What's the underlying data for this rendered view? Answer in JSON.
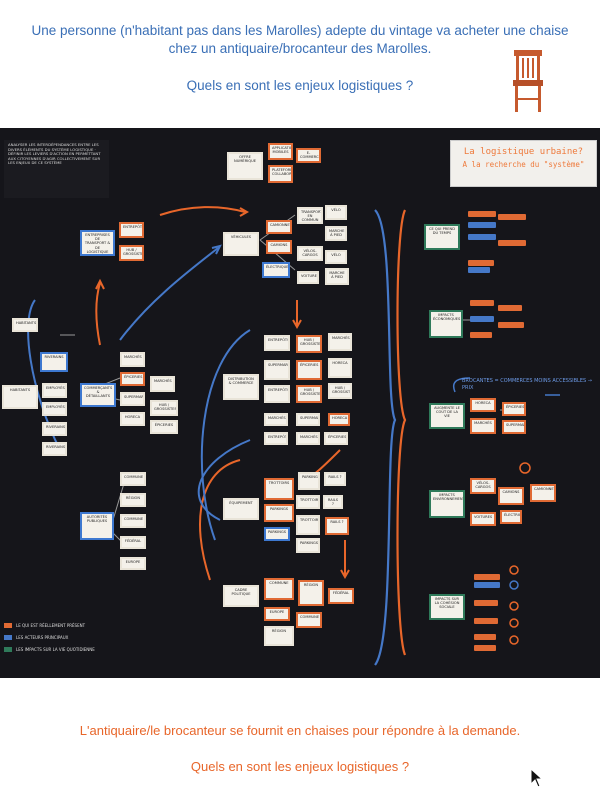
{
  "header": {
    "line1": "Une personne (n'habitant pas dans les Marolles) adepte du vintage va acheter une chaise",
    "line2": "chez un antiquaire/brocanteur des Marolles.",
    "question": "Quels en sont les enjeux logistiques ?"
  },
  "board": {
    "title": "La logistique urbaine?",
    "subtitle": "A la recherche du \"système\"",
    "intro": "ANALYSER LES INTERDÉPENDANCES ENTRE LES DIVERS ÉLÉMENTS DU SYSTÈME LOGISTIQUE · DÉFINIR LES LEVIERS D'ACTION EN PERMETTANT AUX CITOYENNES D'AGIR COLLECTIVEMENT SUR LES ENJEUX DE CE SYSTÈME",
    "annotation": "BROCANTES = COMMERCES MOINS ACCESSIBLES → PRIX",
    "legend": [
      {
        "label": "LE QUI EST RÉELLEMENT PRÉSENT",
        "color": "#e06a34"
      },
      {
        "label": "LES ACTEURS PRINCIPAUX",
        "color": "#4578c8"
      },
      {
        "label": "LES IMPACTS SUR LA VIE QUOTIDIENNE",
        "color": "#2f7a5a"
      }
    ],
    "cards": {
      "offre": "OFFRE NUMÉRIQUE",
      "applications": "APPLICATIONS MOBILES",
      "ecommerce": "E-COMMERCE",
      "plateformes": "PLATEFORMES COLLABORATIVES",
      "entreprises": "ENTREPRISES DE TRANSPORT & DE LOGISTIQUE",
      "vehicules": "VÉHICULES",
      "camionnettes": "CAMIONNETTES",
      "camions": "CAMIONS",
      "velos": "VÉLOS-CARGOS",
      "velo": "VÉLO",
      "voitures": "VOITURES",
      "electriques": "ÉLECTRIQUES",
      "transports": "TRANSPORTS EN COMMUN",
      "marche": "MARCHE À PIED",
      "distribution": "DISTRIBUTION & COMMERCE",
      "marches": "MARCHÉS",
      "supermarches": "SUPERMARCHÉS",
      "horeca": "HORECA",
      "epiceries": "ÉPICERIES",
      "entrepots": "ENTREPÔTS",
      "grossistes": "HUB / GROSSISTES",
      "equipement": "ÉQUIPEMENT",
      "trottoirs": "TROTTOIRS",
      "rails": "RAILS ?",
      "parkings": "PARKINGS",
      "cadre": "CADRE POLITIQUE",
      "autorites": "AUTORITÉS PUBLIQUES",
      "commune": "COMMUNE",
      "region": "RÉGION",
      "federal": "FÉDÉRAL",
      "europe": "EUROPE",
      "commercants": "COMMERÇANTS & DÉTAILLANTS",
      "riverains": "RIVERAINS",
      "habitants": "HABITANTS",
      "employes": "EMPLOYÉS",
      "temps": "CE QUI PREND DU TEMPS",
      "impacts_eco": "IMPACTS ÉCONOMIQUES",
      "cout": "AUGMENTE LE COÛT DE LA VIE",
      "impacts_env": "IMPACTS ENVIRONNEMENTAUX",
      "cohesion": "IMPACTS SUR LA COHÉSION SOCIALE"
    }
  },
  "footer": {
    "answer": "L'antiquaire/le brocanteur se fournit en chaises pour répondre à la demande.",
    "question": "Quels en sont les enjeux logistiques ?"
  },
  "colors": {
    "orange": "#e8662a",
    "blue": "#3a6fb6",
    "board": "#15151a"
  }
}
